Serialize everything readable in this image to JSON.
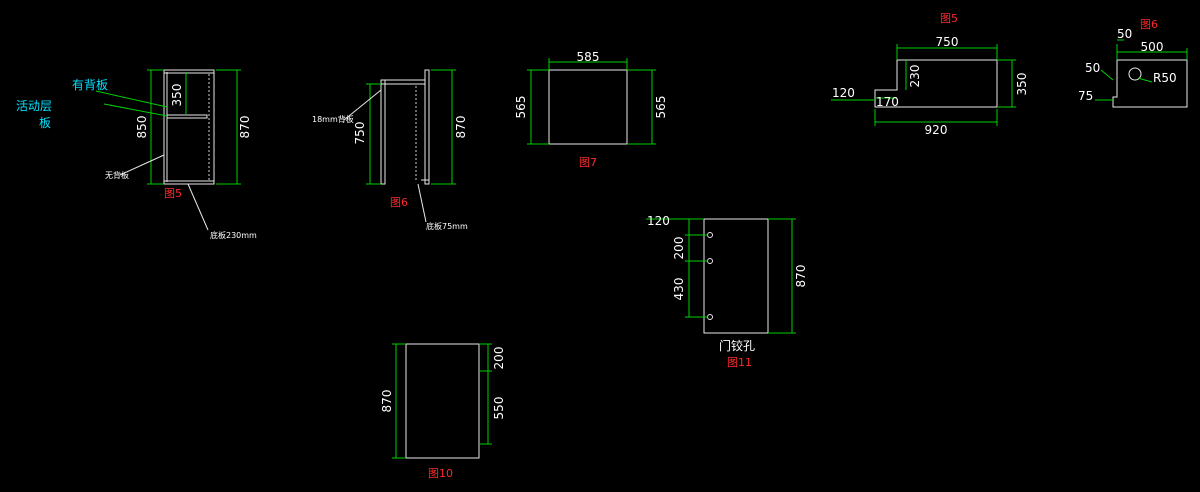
{
  "colors": {
    "background": "#000000",
    "linework": "#e8e8e8",
    "dimension": "#00d000",
    "label_red": "#ff2a2a",
    "label_cyan": "#00e0ff"
  },
  "fig5_cabinet": {
    "dim_total": "870",
    "dim_left": "850",
    "dim_shelf": "350",
    "label_back": "有背板",
    "label_shelf_line1": "活动层",
    "label_shelf_line2": "板",
    "label_noback": "无背板",
    "label_bottom": "底板230mm",
    "caption": "图5"
  },
  "fig6_section": {
    "dim_total": "870",
    "dim_inner": "750",
    "label_back": "18mm背板",
    "label_bottom": "底板75mm",
    "caption": "图6"
  },
  "fig7_panel": {
    "dim_top": "585",
    "dim_left": "565",
    "dim_right": "565",
    "caption": "图7"
  },
  "fig10_door": {
    "dim_height": "870",
    "dim_top": "200",
    "dim_mid": "550",
    "caption": "图10"
  },
  "fig11_hinge": {
    "dim_top": "120",
    "dim_a": "200",
    "dim_b": "430",
    "dim_height": "870",
    "label": "门铰孔",
    "caption": "图11"
  },
  "fig5_top": {
    "caption": "图5",
    "dim_top": "750",
    "dim_depth": "230",
    "dim_right": "350",
    "dim_notch_w": "120",
    "dim_notch_h": "170",
    "dim_total": "920"
  },
  "fig6_top": {
    "caption": "图6",
    "dim_top_small": "50",
    "dim_top": "500",
    "dim_left": "50",
    "dim_radius": "R50",
    "dim_left_low": "75"
  }
}
